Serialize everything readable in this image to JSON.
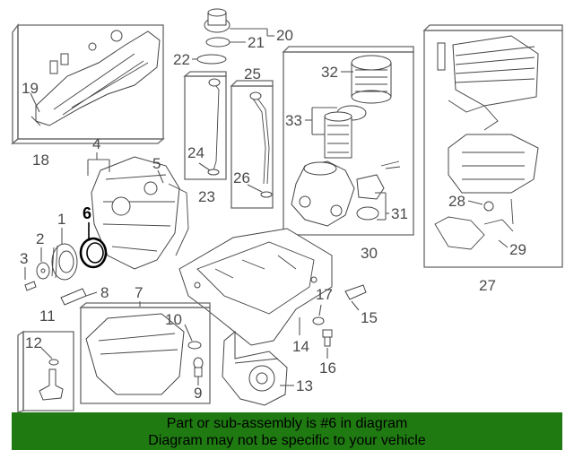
{
  "callouts": {
    "c1": "1",
    "c2": "2",
    "c3": "3",
    "c4": "4",
    "c5": "5",
    "c6": "6",
    "c7": "7",
    "c8": "8",
    "c9": "9",
    "c10": "10",
    "c11": "11",
    "c12": "12",
    "c13": "13",
    "c14": "14",
    "c15": "15",
    "c16": "16",
    "c17": "17",
    "c18": "18",
    "c19": "19",
    "c20": "20",
    "c21": "21",
    "c22": "22",
    "c23": "23",
    "c24": "24",
    "c25": "25",
    "c26": "26",
    "c27": "27",
    "c28": "28",
    "c29": "29",
    "c30": "30",
    "c31": "31",
    "c32": "32",
    "c33": "33"
  },
  "banner": {
    "line1": "Part or sub-assembly is #6 in diagram",
    "line2": "Diagram may not be specific to your vehicle"
  },
  "colors": {
    "banner_bg": "#1f7a12",
    "highlight": "#000000",
    "linework": "#555555"
  }
}
